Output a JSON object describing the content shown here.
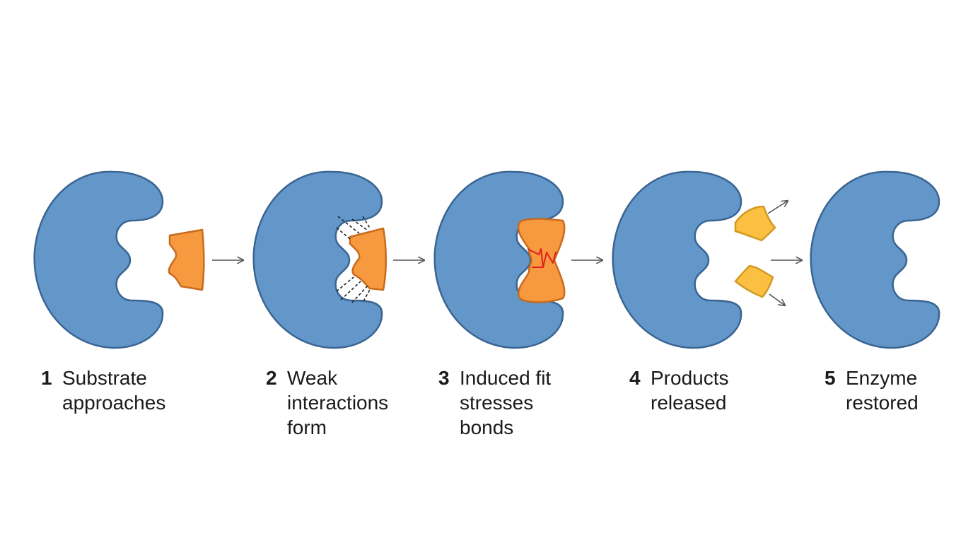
{
  "colors": {
    "enzyme_fill": "#6396c9",
    "enzyme_stroke": "#3a6592",
    "substrate_fill": "#f7993e",
    "substrate_stroke": "#c96a1d",
    "product_fill": "#fbc042",
    "product_stroke": "#d29a23",
    "strain": "#e02020",
    "arrow": "#555555"
  },
  "steps": [
    {
      "number": "1",
      "lines": [
        "Substrate",
        "approaches"
      ]
    },
    {
      "number": "2",
      "lines": [
        "Weak",
        "interactions",
        "form"
      ]
    },
    {
      "number": "3",
      "lines": [
        "Induced fit",
        "stresses",
        "bonds"
      ]
    },
    {
      "number": "4",
      "lines": [
        "Products",
        "released"
      ]
    },
    {
      "number": "5",
      "lines": [
        "Enzyme",
        "restored"
      ]
    }
  ]
}
